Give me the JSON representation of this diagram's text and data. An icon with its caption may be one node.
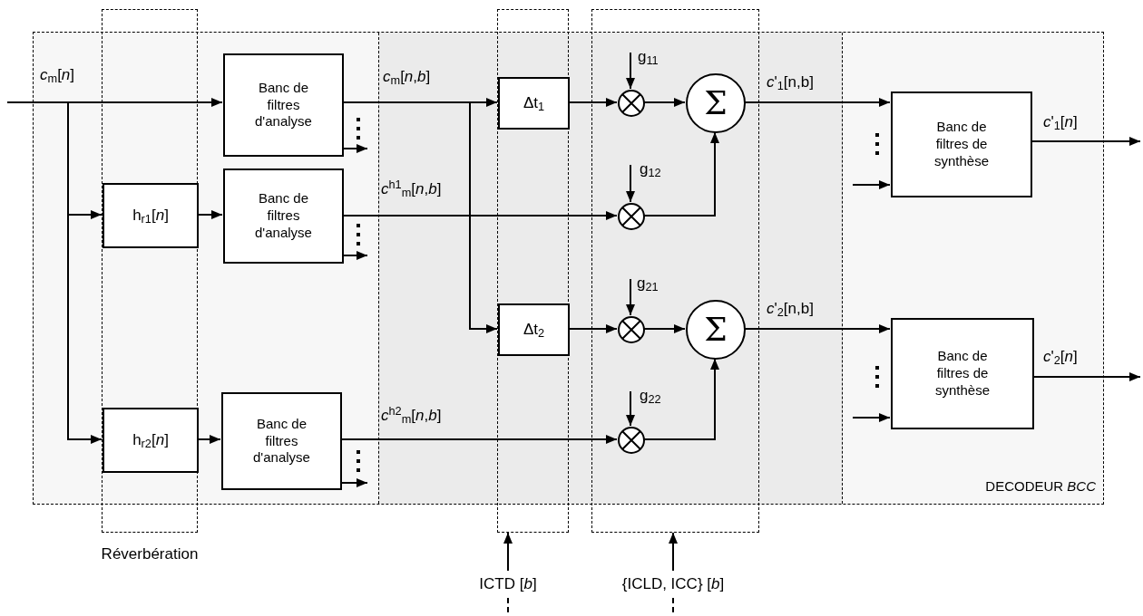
{
  "diagram": {
    "nodes": [
      {
        "text": [
          "DECODEUR *BCC*"
        ]
      },
      {
        "text": [
          "Réverbération"
        ]
      },
      {
        "text": [],
        "shape": "box"
      },
      {
        "text": [],
        "shape": "box"
      },
      {
        "text": [
          "h$_{r1}$[*n*]"
        ],
        "in": 1
      },
      {
        "text": [
          "h$_{r2}$[*n*]"
        ],
        "in": 1
      },
      {
        "text": [
          "Banc de filtres d'analyse"
        ],
        "in": 0
      },
      {
        "text": [
          "Banc de filtres d'analyse"
        ],
        "in": 0
      },
      {
        "text": [
          "Banc de filtres d'analyse"
        ],
        "in": 0
      },
      {
        "text": [
          "Δt$_{1}$"
        ],
        "in": 2
      },
      {
        "text": [
          "Δt$_{2}$"
        ],
        "in": 2
      },
      {
        "text": [],
        "shape": "circle",
        "in": 3
      },
      {
        "text": [],
        "shape": "circle",
        "in": 3
      },
      {
        "text": [],
        "shape": "circle",
        "in": 3
      },
      {
        "text": [],
        "shape": "circle",
        "in": 3
      },
      {
        "text": [
          "Σ"
        ],
        "in": 3
      },
      {
        "text": [
          "Σ"
        ],
        "in": 3
      },
      {
        "text": [
          "Banc de filtres de synthèse"
        ],
        "in": 0
      },
      {
        "text": [
          "Banc de filtres de synthèse"
        ],
        "in": 0
      },
      {
        "text": [
          "ICTD [*b*]"
        ]
      },
      {
        "text": [
          "{ICLD, ICC} [*b*]"
        ]
      }
    ],
    "edges": [
      {
        "from": null,
        "to": 6,
        "arrow": "to",
        "label": "*c*$_{m}$[*n*]"
      },
      {
        "from": null,
        "to": 4,
        "arrow": "to"
      },
      {
        "from": null,
        "to": 5,
        "arrow": "to"
      },
      {
        "from": 4,
        "to": 7,
        "arrow": "to"
      },
      {
        "from": 5,
        "to": 8,
        "arrow": "to"
      },
      {
        "from": 6,
        "to": 9,
        "arrow": "to",
        "label": "*c*$_{m}$[*n*,*b*]"
      },
      {
        "from": 6,
        "to": 10,
        "arrow": "to"
      },
      {
        "from": 6,
        "to": null,
        "arrow": "to"
      },
      {
        "from": 7,
        "to": null,
        "arrow": "to"
      },
      {
        "from": 8,
        "to": null,
        "arrow": "to"
      },
      {
        "from": 7,
        "to": 12,
        "arrow": "to",
        "label": "*c*$^{h1}$$_{m}$[*n*,*b*]"
      },
      {
        "from": 8,
        "to": 14,
        "arrow": "to",
        "label": "*c*$^{h2}$$_{m}$[*n*,*b*]"
      },
      {
        "from": 9,
        "to": 11,
        "arrow": "to"
      },
      {
        "from": 10,
        "to": 13,
        "arrow": "to"
      },
      {
        "from": 11,
        "to": 15,
        "arrow": "to"
      },
      {
        "from": 12,
        "to": 15,
        "arrow": "to"
      },
      {
        "from": 13,
        "to": 16,
        "arrow": "to"
      },
      {
        "from": 14,
        "to": 16,
        "arrow": "to"
      },
      {
        "from": null,
        "to": 11,
        "arrow": "to",
        "label": "g$_{11}$"
      },
      {
        "from": null,
        "to": 12,
        "arrow": "to",
        "label": "g$_{12}$"
      },
      {
        "from": null,
        "to": 13,
        "arrow": "to",
        "label": "g$_{21}$"
      },
      {
        "from": null,
        "to": 14,
        "arrow": "to",
        "label": "g$_{22}$"
      },
      {
        "from": 15,
        "to": 17,
        "arrow": "to",
        "label": "*c*'$_{1}$[n,b]"
      },
      {
        "from": 16,
        "to": 18,
        "arrow": "to",
        "label": "*c*'$_{2}$[n,b]"
      },
      {
        "from": null,
        "to": 17,
        "arrow": "to"
      },
      {
        "from": null,
        "to": 18,
        "arrow": "to"
      },
      {
        "from": 17,
        "to": null,
        "arrow": "to",
        "label": "*c*'$_{1}$[*n*]"
      },
      {
        "from": 18,
        "to": null,
        "arrow": "to",
        "label": "*c*'$_{2}$[*n*]"
      },
      {
        "from": 19,
        "to": 2,
        "arrow": "to"
      },
      {
        "from": 20,
        "to": 3,
        "arrow": "to"
      },
      {
        "from": 19,
        "to": null,
        "arrow": "none",
        "style": "dashed"
      },
      {
        "from": 20,
        "to": null,
        "arrow": "none",
        "style": "dashed"
      }
    ]
  }
}
